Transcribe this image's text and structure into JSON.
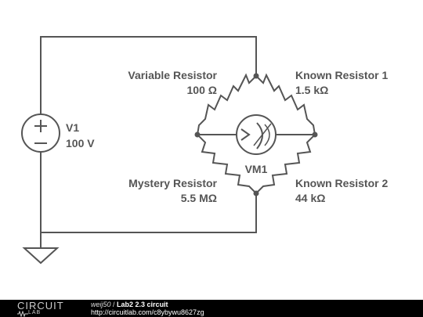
{
  "schematic": {
    "source": {
      "name": "V1",
      "value": "100 V"
    },
    "variable_resistor": {
      "name": "Variable Resistor",
      "value": "100 Ω"
    },
    "known_resistor_1": {
      "name": "Known Resistor 1",
      "value": "1.5 kΩ"
    },
    "mystery_resistor": {
      "name": "Mystery Resistor",
      "value": "5.5 MΩ"
    },
    "known_resistor_2": {
      "name": "Known Resistor 2",
      "value": "44 kΩ"
    },
    "voltmeter": {
      "name": "VM1"
    }
  },
  "footer": {
    "logo_top": "CIRCUIT",
    "logo_bottom": "LAB",
    "user": "weij50",
    "separator": " / ",
    "title": "Lab2 2.3 circuit",
    "url": "http://circuitlab.com/c8ybywu8627zg"
  },
  "colors": {
    "wire": "#555555",
    "footer_bg": "#000000"
  }
}
